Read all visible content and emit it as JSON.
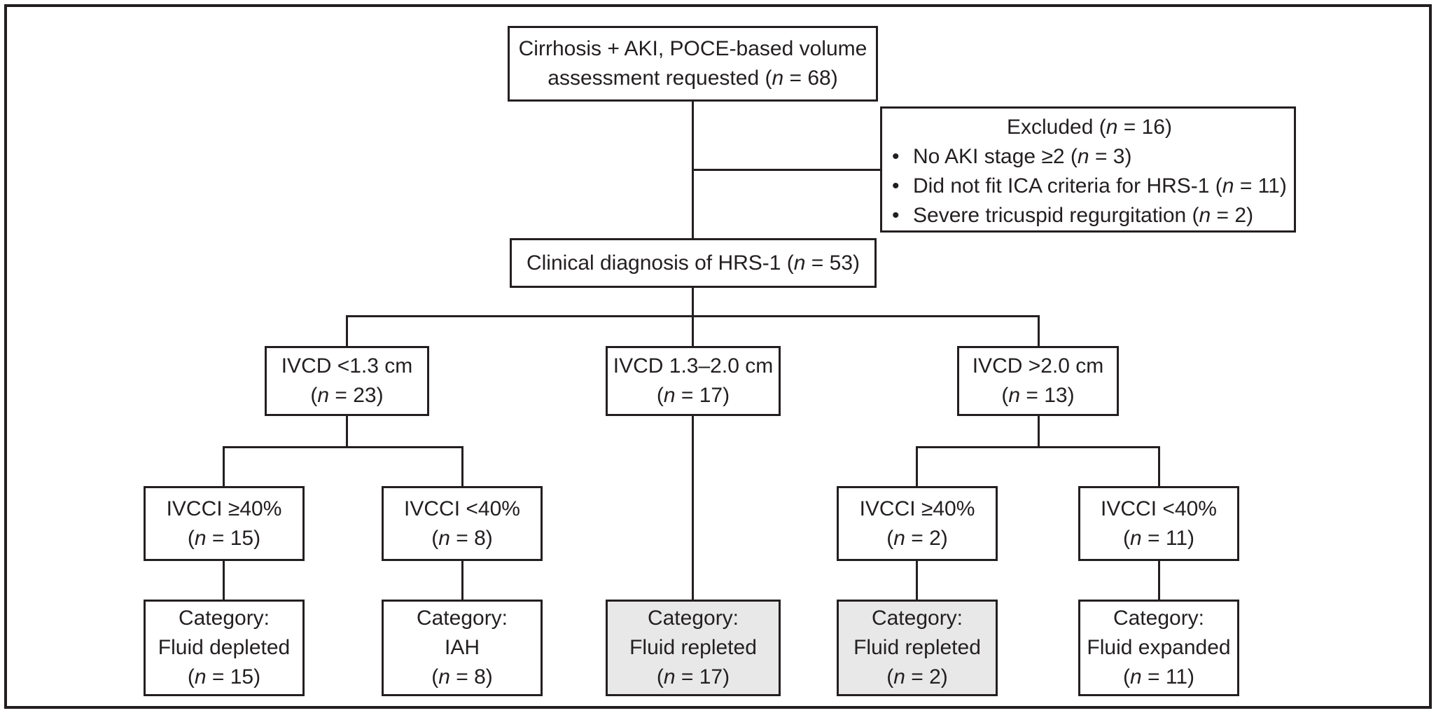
{
  "figure": {
    "type": "study-flowchart",
    "ink_color": "#231f20",
    "highlight_fill": "#e8e8e8"
  },
  "nodes": {
    "enrollment": {
      "line1": "Cirrhosis + AKI, POCE-based volume",
      "line2": "assessment requested (n = 68)"
    },
    "excluded": {
      "title": "Excluded (n = 16)",
      "bullet_char": "•",
      "bullets": [
        "No AKI stage ≥2 (n = 3)",
        "Did not fit ICA criteria for HRS-1 (n = 11)",
        "Severe tricuspid regurgitation (n = 2)"
      ]
    },
    "diagnosis": {
      "line1": "Clinical diagnosis of HRS-1 (n = 53)"
    },
    "ivcd_low": {
      "line1": "IVCD <1.3 cm",
      "line2": "(n = 23)"
    },
    "ivcd_mid": {
      "line1": "IVCD 1.3–2.0 cm",
      "line2": "(n = 17)"
    },
    "ivcd_high": {
      "line1": "IVCD >2.0 cm",
      "line2": "(n = 13)"
    },
    "ivcci_low_high": {
      "line1": "IVCCI ≥40%",
      "line2": "(n = 15)"
    },
    "ivcci_low_low": {
      "line1": "IVCCI <40%",
      "line2": "(n = 8)"
    },
    "ivcci_high_high": {
      "line1": "IVCCI ≥40%",
      "line2": "(n = 2)"
    },
    "ivcci_high_low": {
      "line1": "IVCCI <40%",
      "line2": "(n = 11)"
    },
    "cat_depleted": {
      "line1": "Category:",
      "line2": "Fluid depleted",
      "line3": "(n = 15)"
    },
    "cat_iah": {
      "line1": "Category:",
      "line2": "IAH",
      "line3": "(n = 8)"
    },
    "cat_repleted_mid": {
      "line1": "Category:",
      "line2": "Fluid repleted",
      "line3": "(n = 17)"
    },
    "cat_repleted_high": {
      "line1": "Category:",
      "line2": "Fluid repleted",
      "line3": "(n = 2)"
    },
    "cat_expanded": {
      "line1": "Category:",
      "line2": "Fluid expanded",
      "line3": "(n = 11)"
    }
  }
}
